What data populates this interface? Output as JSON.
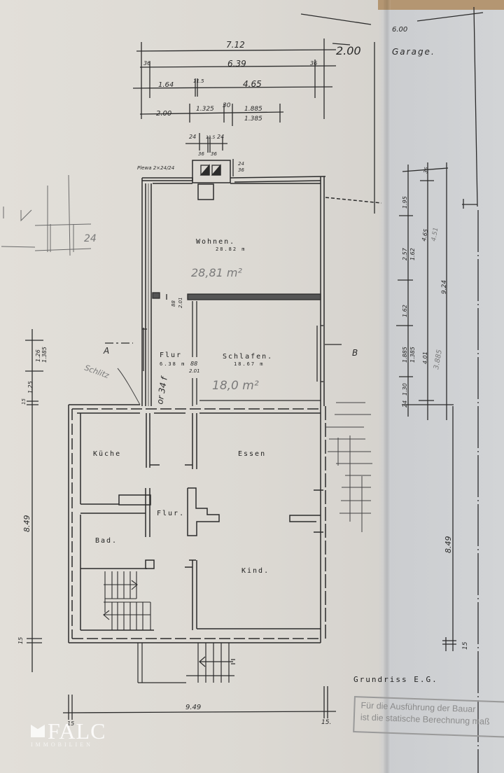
{
  "document": {
    "title": "Grundriss E.G.",
    "type": "floor-plan",
    "garage_label": "Garage.",
    "garage_dimension": "6.00",
    "garage_width": "2.00"
  },
  "rooms": [
    {
      "name": "Wohnen.",
      "area_printed": "28.82 m",
      "area_pencil": "28,81 m²"
    },
    {
      "name": "Schlafen.",
      "area_printed": "18.67 m",
      "area_pencil": "18,0 m²"
    },
    {
      "name": "Flur",
      "area_printed": "6.38 m",
      "pencil_note": "or 34 f"
    },
    {
      "name": "Küche"
    },
    {
      "name": "Essen"
    },
    {
      "name": "Flur."
    },
    {
      "name": "Bad."
    },
    {
      "name": "Kind."
    }
  ],
  "annotations": {
    "chimney": "Plewa 2×24/24",
    "chimney_dims": [
      "24",
      "11.5",
      "24",
      "36",
      "36"
    ],
    "chimney_offset": [
      "24",
      "36"
    ],
    "door_1": [
      "88",
      "2.01"
    ],
    "door_2": [
      "88",
      "2.01"
    ],
    "section_a": "A",
    "section_b": "B",
    "schlitz_note": "Schlitz",
    "sketch_note": "24"
  },
  "dimensions": {
    "top": {
      "overall": "7.12",
      "inner": "6.39",
      "wall_left": "36",
      "wall_right": "36",
      "seg_1": "1.64",
      "seg_2": "11.5",
      "seg_3": "4.65",
      "row4_a": "2.00",
      "row4_b": "1.325",
      "row4_c": "30",
      "row4_d": "1.885",
      "row4_e": "1.385"
    },
    "right": {
      "wall_top": "36",
      "seg_a": "1.95",
      "seg_b": "2.57",
      "seg_b2": "1.62",
      "seg_c": "1.62",
      "seg_d": "1.885",
      "seg_d2": "1.385",
      "seg_e": "1.30",
      "wall_bottom": "24",
      "inner_1": "4.65",
      "inner_1_pencil": "4.51",
      "inner_2": "4.01",
      "inner_2_pencil": "3.885",
      "overall": "9.24",
      "lower": "8.49",
      "lower_wall": "15"
    },
    "left": {
      "seg_a": "1.26",
      "seg_a2": "1.385",
      "seg_b": "1.25",
      "wall": "15",
      "overall": "8.49",
      "wall_bottom": "15"
    },
    "bottom": {
      "overall": "9.49",
      "wall_left": "15",
      "wall_right": "15."
    }
  },
  "stamp": {
    "line1": "Für die Ausführung der Bauar",
    "line2": "ist die statische Berechnung maß"
  },
  "watermark": {
    "brand": "FALC",
    "sub": "IMMOBILIEN"
  }
}
